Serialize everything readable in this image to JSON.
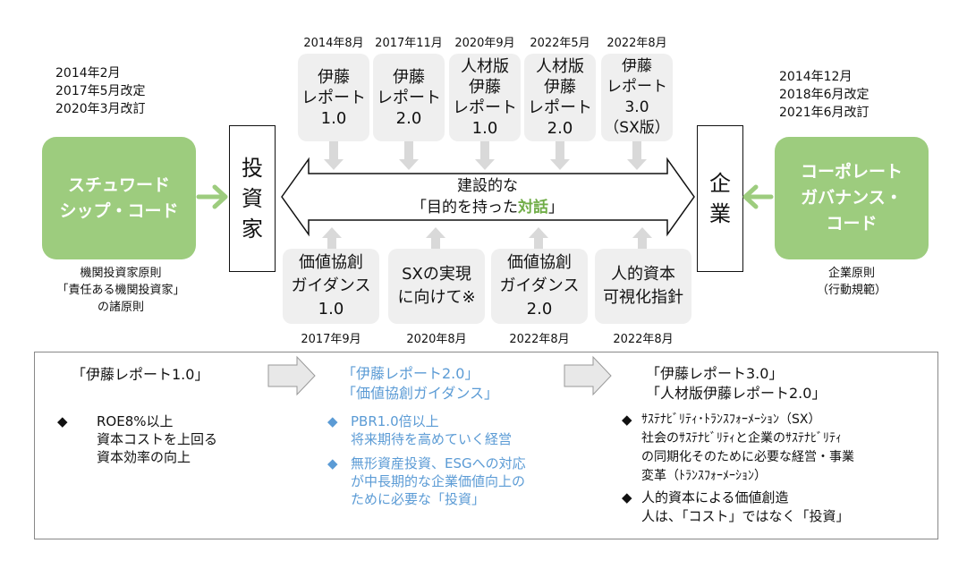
{
  "left": {
    "dates": "2014年2月\n2017年5月改定\n2020年3月改訂",
    "green_label": "スチュワード\nシップ・コード",
    "note": "機関投資家原則\n「責任ある機関投資家」\nの諸原則"
  },
  "right": {
    "dates": "2014年12月\n2018年6月改定\n2021年6月改訂",
    "green_label": "コーポレート\nガバナンス・\nコード",
    "note": "企業原則\n（行動規範）"
  },
  "investor_label": "投\n資\n家",
  "company_label": "企\n業",
  "center": {
    "line1": "建設的な",
    "quote_open": "「目的を持った",
    "highlight": "対話",
    "quote_close": "」",
    "highlight_color": "#70ad47"
  },
  "top_items": [
    {
      "date": "2014年8月",
      "label": "伊藤\nレポート\n1.0"
    },
    {
      "date": "2017年11月",
      "label": "伊藤\nレポート\n2.0"
    },
    {
      "date": "2020年9月",
      "label": "人材版\n伊藤\nレポート\n1.0"
    },
    {
      "date": "2022年5月",
      "label": "人材版\n伊藤\nレポート\n2.0"
    },
    {
      "date": "2022年8月",
      "label": "伊藤\nレポート\n3.0\n（SX版）"
    }
  ],
  "bottom_items": [
    {
      "date": "2017年9月",
      "label": "価値協創\nガイダンス\n1.0"
    },
    {
      "date": "2020年8月",
      "label": "SXの実現\nに向けて※"
    },
    {
      "date": "2022年8月",
      "label": "価値協創\nガイダンス\n2.0"
    },
    {
      "date": "2022年8月",
      "label": "人的資本\n可視化指針"
    }
  ],
  "summary": {
    "col1": {
      "title": "「伊藤レポート1.0」",
      "bullets": [
        {
          "marker": "◆",
          "text": "ROE8%以上\n資本コストを上回る\n資本効率の向上"
        }
      ]
    },
    "col2": {
      "title": "「伊藤レポート2.0」\n「価値協創ガイダンス」",
      "color": "#5b9bd5",
      "bullets": [
        {
          "marker": "◆",
          "text": "PBR1.0倍以上\n将来期待を高めていく経営"
        },
        {
          "marker": "◆",
          "text": "無形資産投資、ESGへの対応\nが中長期的な企業価値向上の\nために必要な「投資」"
        }
      ]
    },
    "col3": {
      "title": "「伊藤レポート3.0」\n「人材版伊藤レポート2.0」",
      "bullets": [
        {
          "marker": "◆",
          "text": "ｻｽﾃﾅﾋﾞﾘﾃｨ･ﾄﾗﾝｽﾌｫｰﾒｰｼｮﾝ（SX）\n社会のｻｽﾃﾅﾋﾞﾘﾃｨと企業のｻｽﾃﾅﾋﾞﾘﾃｨ\nの同期化そのために必要な経営・事業\n変革（ﾄﾗﾝｽﾌｫｰﾒｰｼｮﾝ）"
        },
        {
          "marker": "◆",
          "text": "人的資本による価値創造\n人は、「コスト」ではなく「投資」"
        }
      ]
    }
  }
}
